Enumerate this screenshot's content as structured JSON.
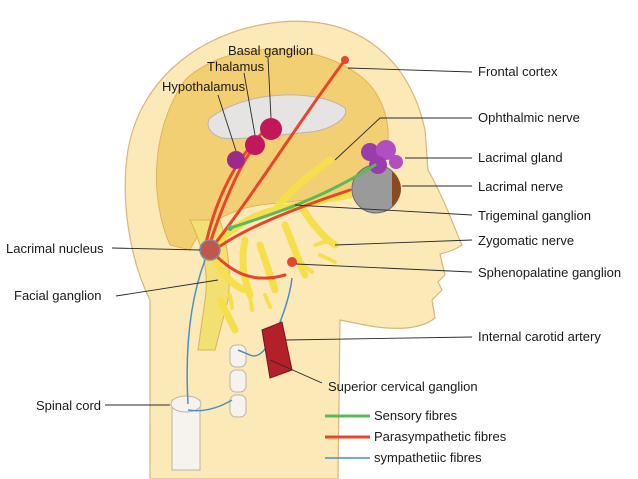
{
  "labels": {
    "basal_ganglion": "Basal ganglion",
    "thalamus": "Thalamus",
    "hypothalamus": "Hypothalamus",
    "frontal_cortex": "Frontal cortex",
    "ophthalmic_nerve": "Ophthalmic nerve",
    "lacrimal_gland": "Lacrimal gland",
    "lacrimal_nerve": "Lacrimal nerve",
    "trigeminal_ganglion": "Trigeminal ganglion",
    "zygomatic_nerve": "Zygomatic nerve",
    "sphenopalatine_ganglion": "Sphenopalatine ganglion",
    "internal_carotid_artery": "Internal carotid artery",
    "superior_cervical_ganglion": "Superior cervical ganglion",
    "lacrimal_nucleus": "Lacrimal nucleus",
    "facial_ganglion": "Facial ganglion",
    "spinal_cord": "Spinal cord"
  },
  "legend": [
    {
      "label": "Sensory fibres",
      "color": "#5cb85c"
    },
    {
      "label": "Parasympathetic fibres",
      "color": "#e8452c"
    },
    {
      "label": "sympathetiic fibres",
      "color": "#4a8fc8"
    }
  ],
  "colors": {
    "skin": "#fbe9b8",
    "brain": "#f3cf74",
    "nerve": "#f5e04c",
    "nucleus": "#c2185b",
    "artery": "#b3202a"
  }
}
